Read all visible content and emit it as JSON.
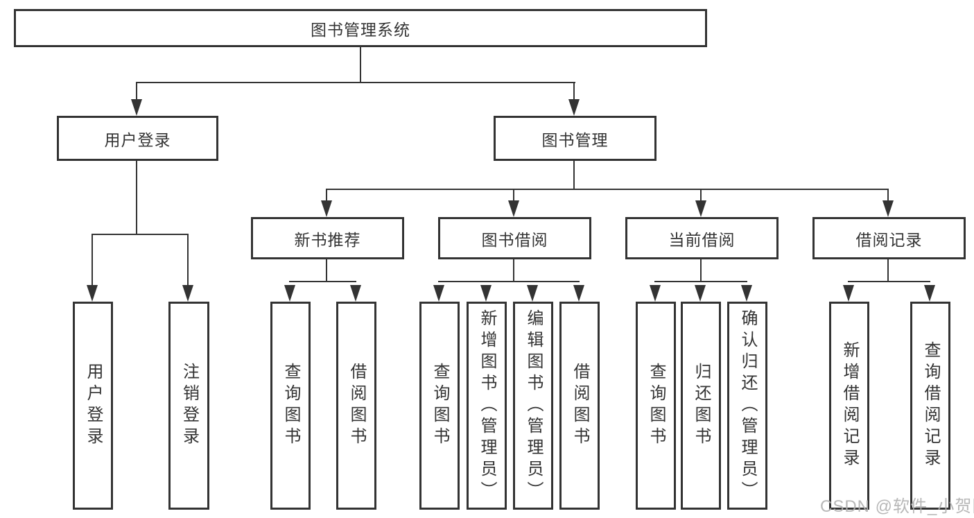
{
  "diagram": {
    "root": {
      "label": "图书管理系统"
    },
    "level1": [
      {
        "label": "用户登录"
      },
      {
        "label": "图书管理"
      }
    ],
    "level2": [
      {
        "label": "新书推荐"
      },
      {
        "label": "图书借阅"
      },
      {
        "label": "当前借阅"
      },
      {
        "label": "借阅记录"
      }
    ],
    "leaves": [
      {
        "label": "用户登录"
      },
      {
        "label": "注销登录"
      },
      {
        "label": "查询图书"
      },
      {
        "label": "借阅图书"
      },
      {
        "label": "查询图书"
      },
      {
        "label": "新增图书（管理员）"
      },
      {
        "label": "编辑图书（管理员）"
      },
      {
        "label": "借阅图书"
      },
      {
        "label": "查询图书"
      },
      {
        "label": "归还图书"
      },
      {
        "label": "确认归还（管理员）"
      },
      {
        "label": "新增借阅记录"
      },
      {
        "label": "查询借阅记录"
      }
    ]
  },
  "watermark": {
    "text": "CSDN @软件_小贺同学"
  },
  "colors": {
    "line": "#333333",
    "border": "#333333",
    "text": "#333333",
    "watermark": "#b0b0b0",
    "background": "#ffffff"
  }
}
